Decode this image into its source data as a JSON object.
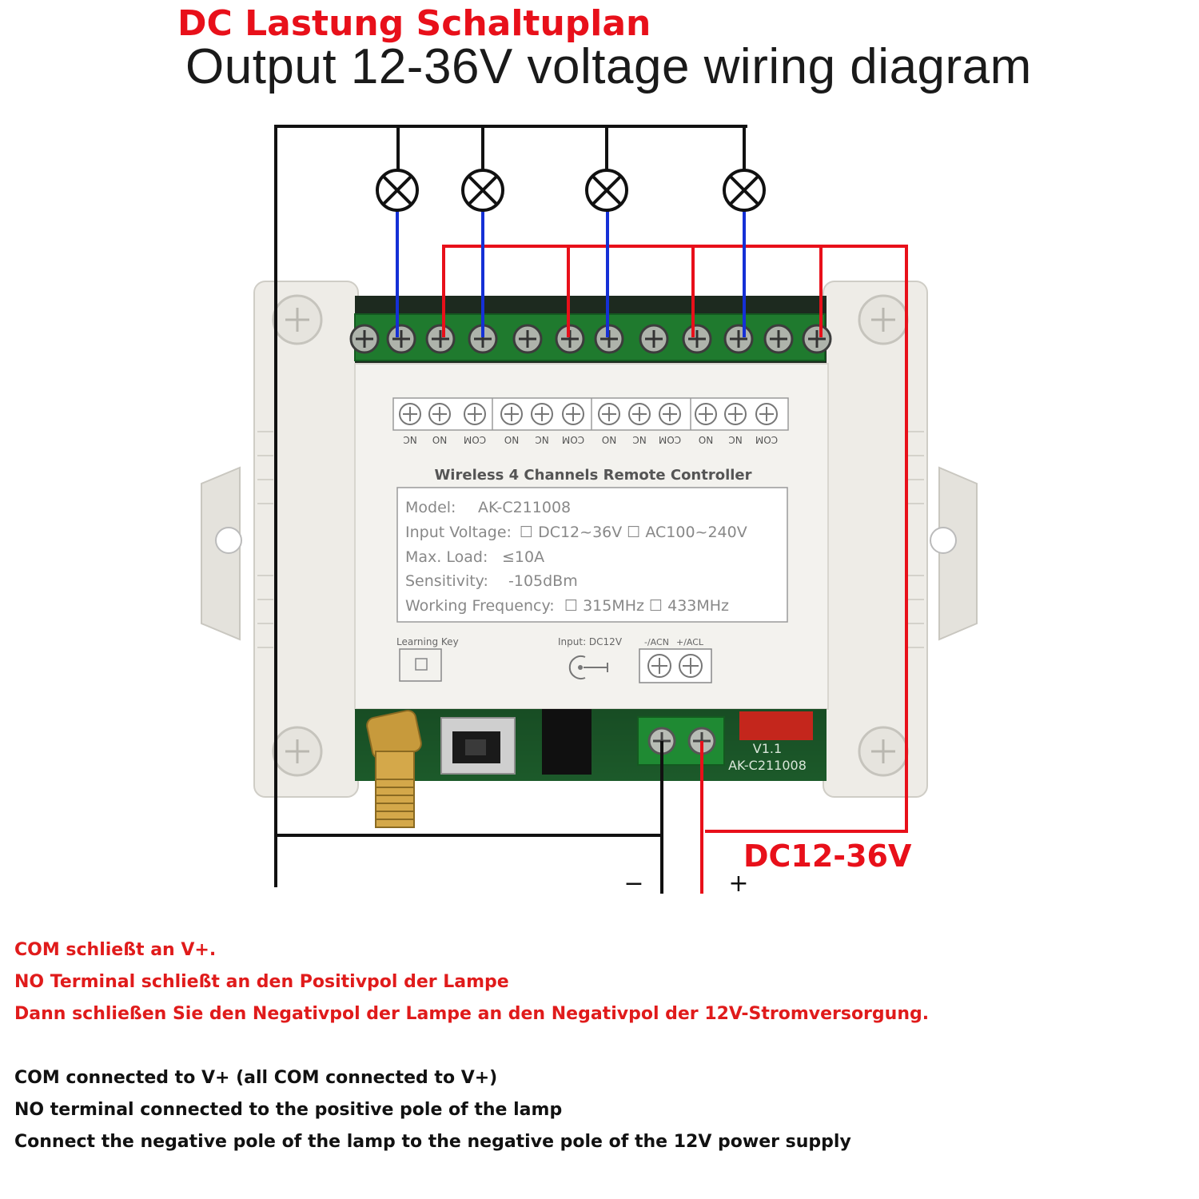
{
  "title_de": "DC Lastung Schaltuplan",
  "title_en": "Output 12-36V voltage wiring diagram",
  "module": {
    "product_name": "Wireless 4 Channels Remote Controller",
    "terminal_labels": [
      "NC",
      "NO",
      "COM",
      "NO",
      "NC",
      "COM",
      "NO",
      "NC",
      "COM",
      "NO",
      "NC",
      "COM"
    ],
    "spec_lines": [
      {
        "label": "Model:",
        "value": "AK-C211008"
      },
      {
        "label": "Input Voltage:",
        "value": "☐ DC12~36V   ☐ AC100~240V"
      },
      {
        "label": "Max. Load:",
        "value": "≤10A"
      },
      {
        "label": "Sensitivity:",
        "value": "-105dBm"
      },
      {
        "label": "Working Frequency:",
        "value": "☐ 315MHz   ☐ 433MHz"
      }
    ],
    "learning_key_label": "Learning Key",
    "input_dc_label": "Input: DC12V",
    "power_terminal_labels": [
      "-/ACN",
      "+/ACL"
    ],
    "pcb_marking": "AK-C211008",
    "pcb_version": "V1.1"
  },
  "supply": {
    "label": "DC12-36V",
    "minus": "−",
    "plus": "+"
  },
  "notes_de": [
    "COM schließt an V+.",
    "NO Terminal schließt an den Positivpol der Lampe",
    "Dann schließen Sie den Negativpol der Lampe an den Negativpol der 12V-Stromversorgung."
  ],
  "notes_en": [
    "COM connected to V+ (all COM connected to V+)",
    "NO terminal connected to the positive pole of the lamp",
    "Connect the negative pole of the lamp to the negative pole of the 12V power supply"
  ],
  "colors": {
    "wire_positive": "#e8101a",
    "wire_lamp": "#1530d6",
    "wire_negative": "#111111",
    "terminal_block": "#1f7a2e",
    "enclosure": "#eceae4"
  },
  "icons": [
    "lamp-icon",
    "screw-terminal-icon",
    "antenna-icon",
    "mounting-screw-icon"
  ]
}
